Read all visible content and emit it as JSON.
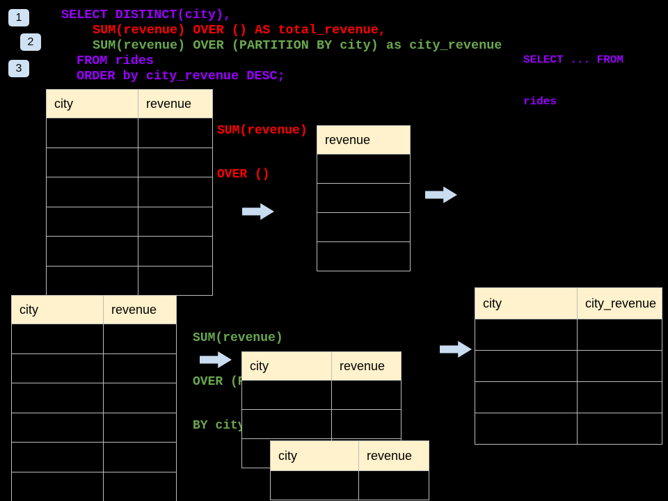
{
  "colors": {
    "background": "#000000",
    "code_purple": "#9900FF",
    "code_red": "#FF0000",
    "code_green": "#6AA84F",
    "badge_fill": "#CFE2F3",
    "arrow_fill": "#C9DCF0",
    "table_header_fill": "#FFF2CC",
    "table_border": "#BDBDBD"
  },
  "badges": [
    {
      "label": "1"
    },
    {
      "label": "2"
    },
    {
      "label": "3"
    }
  ],
  "sql_code": {
    "lines": [
      {
        "text": "SELECT DISTINCT(city),",
        "color": "purple",
        "indent": 0
      },
      {
        "text": "SUM(revenue) OVER () AS total_revenue,",
        "color": "red",
        "indent": 2
      },
      {
        "text": "SUM(revenue) OVER (PARTITION BY city) as city_revenue",
        "color": "green",
        "indent": 2
      },
      {
        "text": "FROM rides",
        "color": "purple",
        "indent": 1
      },
      {
        "text": "ORDER by city_revenue DESC;",
        "color": "purple",
        "indent": 1
      }
    ]
  },
  "side_note": {
    "lines": [
      "SELECT ... FROM",
      "rides"
    ]
  },
  "annotations": {
    "total_revenue_label": {
      "lines": [
        "SUM(revenue)",
        "OVER ()"
      ]
    },
    "partition_label": {
      "lines": [
        "SUM(revenue)",
        "OVER (PARTITION",
        "BY city)"
      ]
    }
  },
  "tables": {
    "source_top": {
      "headers": [
        "city",
        "revenue"
      ],
      "empty_rows": 6
    },
    "total_revenue": {
      "headers": [
        "revenue"
      ],
      "empty_rows": 4
    },
    "source_bottom": {
      "headers": [
        "city",
        "revenue"
      ],
      "empty_rows": 6
    },
    "partition_step": {
      "headers": [
        "city",
        "revenue"
      ],
      "empty_rows": 3
    },
    "partition_overlay": {
      "headers": [
        "city",
        "revenue"
      ],
      "empty_rows": 1
    },
    "result": {
      "headers": [
        "city",
        "city_revenue"
      ],
      "empty_rows": 4
    }
  }
}
